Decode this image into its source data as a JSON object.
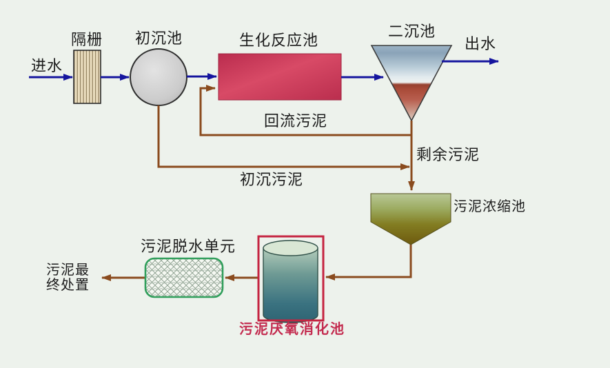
{
  "diagram": {
    "type": "process-flow",
    "subject": "wastewater-treatment-plant",
    "background": "#edf2ec",
    "labels": {
      "influent": "进水",
      "bar_screen": "隔栅",
      "primary_tank": "初沉池",
      "bioreactor": "生化反应池",
      "secondary_tank": "二沉池",
      "effluent": "出水",
      "return_sludge": "回流污泥",
      "excess_sludge": "剩余污泥",
      "primary_sludge": "初沉污泥",
      "thickener": "污泥浓缩池",
      "dewatering_unit": "污泥脱水单元",
      "disposal_line1": "污泥最",
      "disposal_line2": "终处置",
      "digester": "污泥厌氧消化池"
    },
    "colors": {
      "water_flow": "#15159e",
      "sludge_flow": "#8a4b1e",
      "digester_highlight_box": "#c52441",
      "digester_label_text": "#c32a4e",
      "dewatering_border": "#2f9e5a"
    },
    "flows": [
      {
        "from": "进水",
        "to": "隔栅",
        "type": "water"
      },
      {
        "from": "隔栅",
        "to": "初沉池",
        "type": "water"
      },
      {
        "from": "初沉池",
        "to": "生化反应池",
        "type": "water"
      },
      {
        "from": "生化反应池",
        "to": "二沉池",
        "type": "water"
      },
      {
        "from": "二沉池",
        "to": "出水",
        "type": "water"
      },
      {
        "from": "二沉池",
        "to": "生化反应池",
        "type": "sludge",
        "label": "回流污泥"
      },
      {
        "from": "二沉池",
        "to": "污泥浓缩池",
        "type": "sludge",
        "label": "剩余污泥"
      },
      {
        "from": "初沉池",
        "to": "污泥浓缩池",
        "type": "sludge",
        "label": "初沉污泥"
      },
      {
        "from": "污泥浓缩池",
        "to": "污泥厌氧消化池",
        "type": "sludge"
      },
      {
        "from": "污泥厌氧消化池",
        "to": "污泥脱水单元",
        "type": "sludge"
      },
      {
        "from": "污泥脱水单元",
        "to": "污泥最终处置",
        "type": "sludge"
      }
    ]
  }
}
